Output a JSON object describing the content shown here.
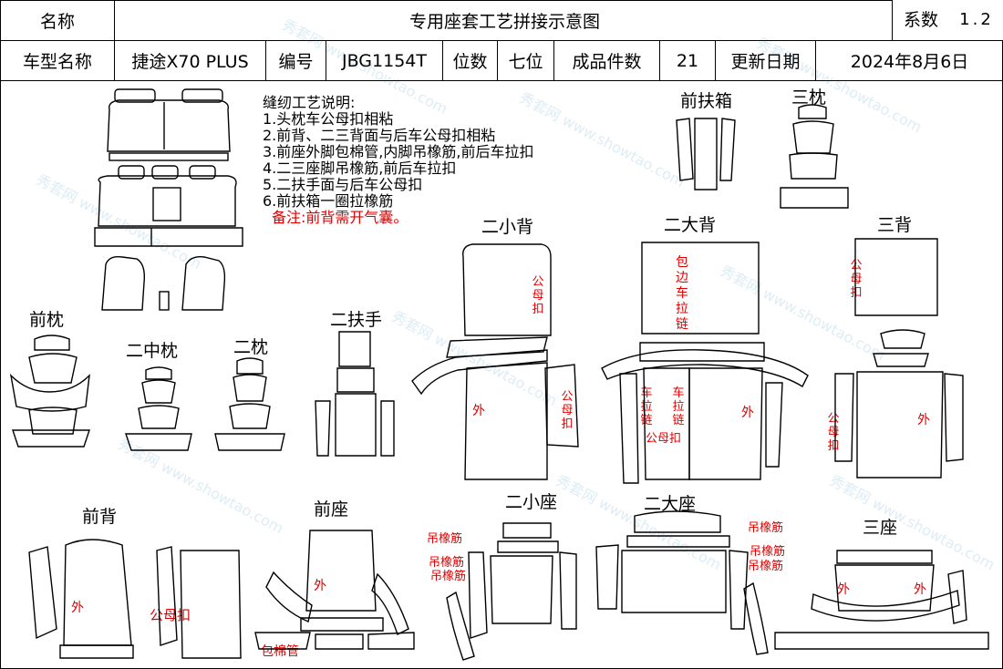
{
  "header": {
    "name_label": "名称",
    "doc_title": "专用座套工艺拼接示意图",
    "coef_label": "系数",
    "coef_value": "1.2",
    "model_label": "车型名称",
    "model_value": "捷途X70 PLUS",
    "code_label": "编号",
    "code_value": "JBG1154T",
    "seats_label": "位数",
    "seats_value": "七位",
    "pieces_label": "成品件数",
    "pieces_value": "21",
    "date_label": "更新日期",
    "date_value": "2024年8月6日"
  },
  "notes": {
    "title": "缝纫工艺说明:",
    "items": [
      "1.头枕车公母扣相粘",
      "2.前背、二三背面与后车公母扣相粘",
      "3.前座外脚包棉管,内脚吊橡筋,前后车拉扣",
      "4.二三座脚吊橡筋,前后车拉扣",
      "5.二扶手面与后车公母扣",
      "6.前扶箱一圈拉橡筋"
    ],
    "remark": "备注:前背需开气囊。"
  },
  "parts": {
    "front_armbox": "前扶箱",
    "third_headrest": "三枕",
    "second_small_back": "二小背",
    "second_big_back": "二大背",
    "third_back": "三背",
    "front_headrest": "前枕",
    "second_mid_headrest": "二中枕",
    "second_headrest": "二枕",
    "second_armrest": "二扶手",
    "front_back": "前背",
    "front_seat": "前座",
    "second_small_seat": "二小座",
    "second_big_seat": "二大座",
    "third_seat": "三座"
  },
  "annotations": {
    "snap": "公母扣",
    "edge_zipper": "包边车拉链",
    "zipper": "车拉链",
    "outer": "外",
    "elastic": "吊橡筋",
    "foam_tube": "包棉管"
  },
  "watermark": "秀套网 www.showtao.com"
}
